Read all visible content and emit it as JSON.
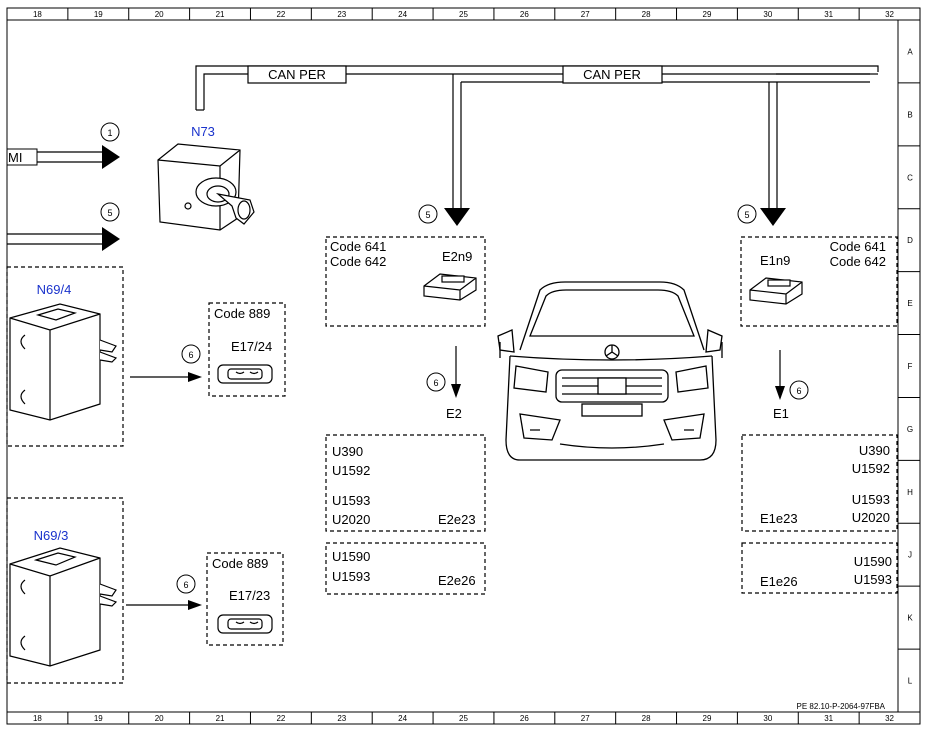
{
  "grid": {
    "columns": [
      "18",
      "19",
      "20",
      "21",
      "22",
      "23",
      "24",
      "25",
      "26",
      "27",
      "28",
      "29",
      "30",
      "31",
      "32"
    ],
    "rows": [
      "A",
      "B",
      "C",
      "D",
      "E",
      "F",
      "G",
      "H",
      "J",
      "K",
      "L"
    ]
  },
  "signals": {
    "can_per_left": "CAN PER",
    "can_per_right": "CAN PER",
    "mi_fragment": "MI"
  },
  "callouts": {
    "c1": "1",
    "c5a": "5",
    "c5b": "5",
    "c5c": "5",
    "c6a": "6",
    "c6b": "6",
    "c6c": "6",
    "c6d": "6"
  },
  "components": {
    "n73": "N73",
    "n69_4": "N69/4",
    "n69_3": "N69/3",
    "e2n9": "E2n9",
    "e1n9": "E1n9",
    "e17_24": "E17/24",
    "e17_23": "E17/23",
    "e2": "E2",
    "e1": "E1",
    "e2e23": "E2e23",
    "e2e26": "E2e26",
    "e1e23": "E1e23",
    "e1e26": "E1e26"
  },
  "codes": {
    "left_641": "Code 641",
    "left_642": "Code 642",
    "right_641": "Code 641",
    "right_642": "Code 642",
    "code889_a": "Code 889",
    "code889_b": "Code 889"
  },
  "left_list_upper": [
    "U390",
    "U1592",
    "U1593",
    "U2020"
  ],
  "left_list_lower": [
    "U1590",
    "U1593"
  ],
  "right_list_upper": [
    "U390",
    "U1592",
    "U1593",
    "U2020"
  ],
  "right_list_lower": [
    "U1590",
    "U1593"
  ],
  "reference": "PE 82.10-P-2064-97FBA"
}
